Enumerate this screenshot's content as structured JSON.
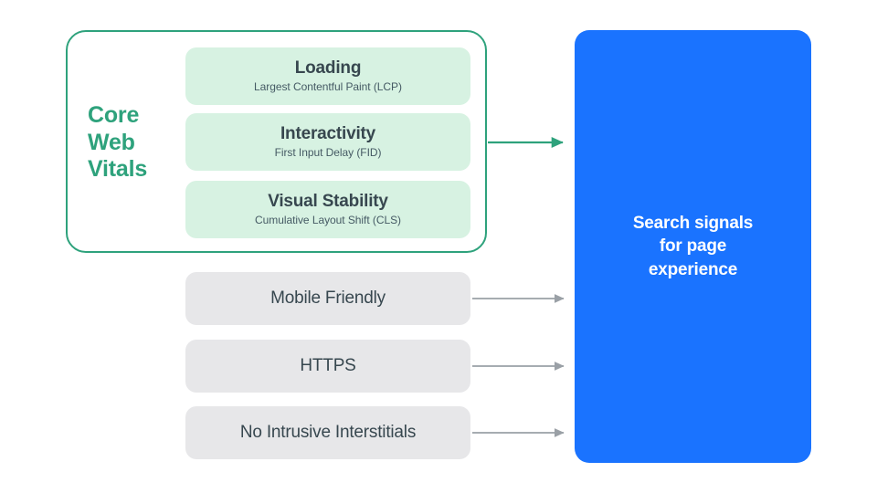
{
  "diagram": {
    "title": "Search signals for page experience",
    "colors": {
      "green_accent": "#2EA27C",
      "green_card_bg": "#D7F2E2",
      "gray_pill_bg": "#E7E7E9",
      "blue_panel": "#1A73FF",
      "dark_text": "#37474F",
      "gray_arrow": "#9AA0A6"
    }
  },
  "core_web_vitals": {
    "group_label": "Core Web Vitals",
    "group_label_lines": [
      "Core",
      "Web",
      "Vitals"
    ],
    "cards": [
      {
        "title": "Loading",
        "subtitle": "Largest Contentful Paint (LCP)"
      },
      {
        "title": "Interactivity",
        "subtitle": "First Input Delay (FID)"
      },
      {
        "title": "Visual Stability",
        "subtitle": "Cumulative Layout Shift (CLS)"
      }
    ]
  },
  "other_signals": [
    {
      "label": "Mobile Friendly"
    },
    {
      "label": "HTTPS"
    },
    {
      "label": "No Intrusive Interstitials"
    }
  ],
  "outcome": {
    "text": "Search signals\nfor page\nexperience"
  }
}
